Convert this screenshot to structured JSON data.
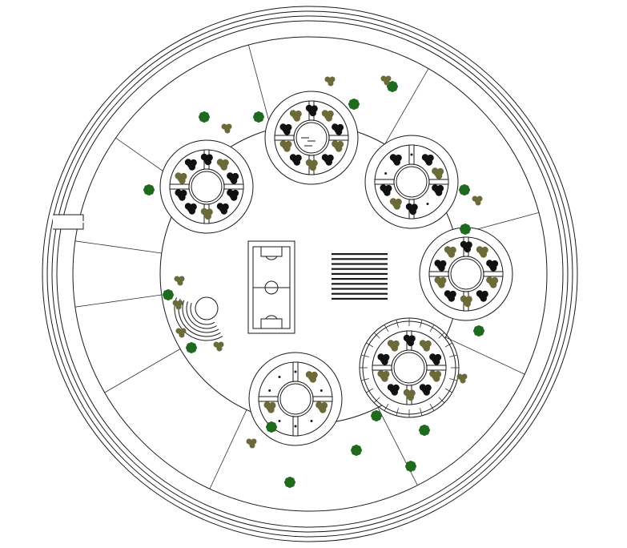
{
  "colors": {
    "line": "#1a1a1a",
    "tree_dark": "#1f6a1f",
    "shrub_olive": "#6d6a3a",
    "shrub_black": "#111111",
    "background": "#ffffff"
  },
  "site": {
    "pods": [
      {
        "id": "pod-upper-left",
        "planting": "dense-black"
      },
      {
        "id": "pod-top",
        "planting": "mixed-with-benches"
      },
      {
        "id": "pod-upper-right",
        "planting": "sparse-mixed"
      },
      {
        "id": "pod-right",
        "planting": "mixed"
      },
      {
        "id": "pod-lower-right",
        "planting": "mixed-with-kiosk-ring"
      },
      {
        "id": "pod-bottom",
        "planting": "sparse"
      }
    ],
    "features": [
      "football-pitch",
      "stair-steps",
      "amphitheater-arcs",
      "radial-pathways",
      "perimeter-ring-road"
    ],
    "tree_icon": "tree-icon",
    "shrub_icon": "shrub-icon"
  }
}
